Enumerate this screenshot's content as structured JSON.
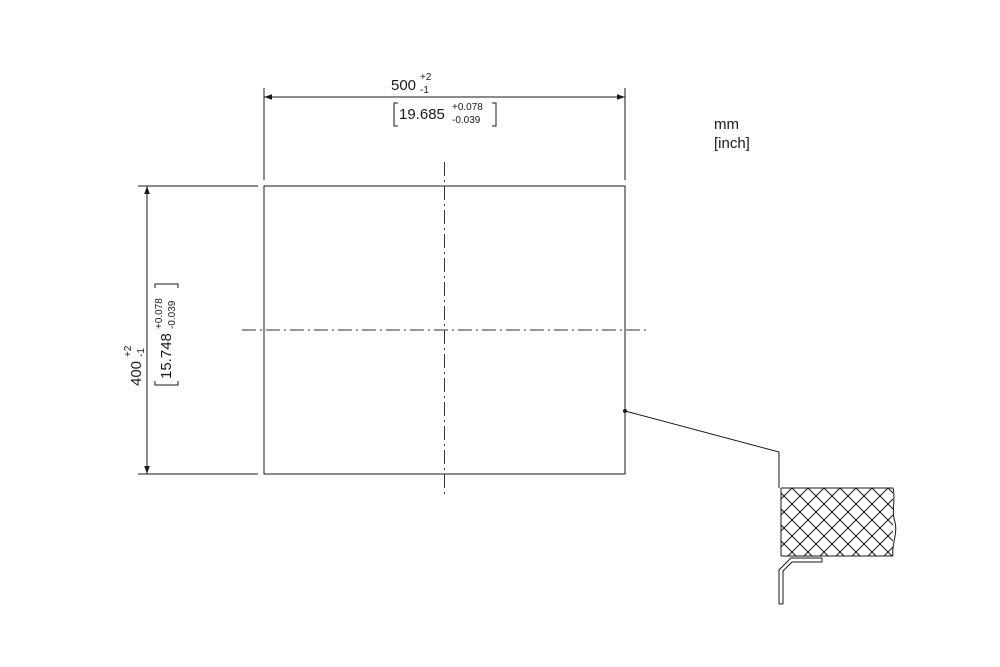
{
  "units": {
    "primary": "mm",
    "secondary": "[inch]"
  },
  "width_dimension": {
    "nominal_mm": "500",
    "upper_tol_mm": "+2",
    "lower_tol_mm": "-1",
    "nominal_inch": "19.685",
    "upper_tol_inch": "+0.078",
    "lower_tol_inch": "-0.039"
  },
  "height_dimension": {
    "nominal_mm": "400",
    "upper_tol_mm": "+2",
    "lower_tol_mm": "-1",
    "nominal_inch": "15.748",
    "upper_tol_inch": "+0.078",
    "lower_tol_inch": "-0.039"
  },
  "colors": {
    "line": "#1a1a1a",
    "background": "#ffffff"
  }
}
